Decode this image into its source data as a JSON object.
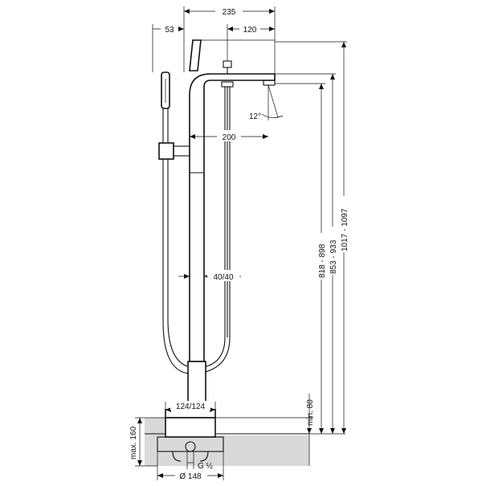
{
  "dimensions": {
    "d235": "235",
    "d53": "53",
    "d120": "120",
    "d200": "200",
    "d12deg": "12°",
    "d40_40": "40/40",
    "d818_898": "818 - 898",
    "d853_933": "853 - 933",
    "d1017_1097": "1017 - 1097",
    "dmin80": "min. 80",
    "dmax160": "max. 160",
    "d124_124": "124/124",
    "dG12": "G ½",
    "dD148": "Ø 148"
  }
}
